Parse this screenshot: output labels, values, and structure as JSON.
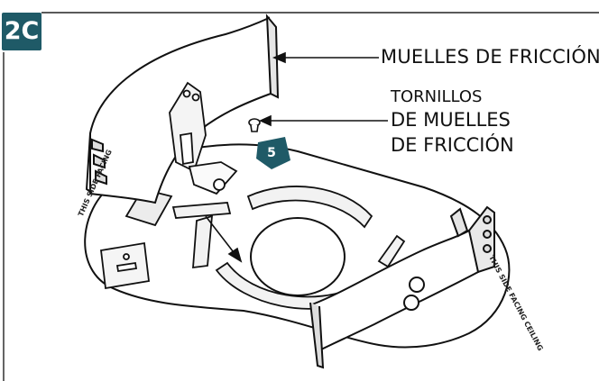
{
  "step": {
    "label": "2C",
    "color": "#1f5a67"
  },
  "callouts": {
    "friction_springs": "MUELLES DE FRICCIÓN",
    "screws_line1": "TORNILLOS",
    "screws_line2": "DE MUELLES",
    "screws_line3": "DE FRICCIÓN",
    "step_number": "5"
  },
  "plate_text": {
    "left": "THIS SIDE FACING",
    "right": "THIS SIDE FACING CEILING"
  },
  "colors": {
    "line": "#1a1a1a",
    "badge": "#1f5a67",
    "callout_badge": "#1f5a67"
  }
}
